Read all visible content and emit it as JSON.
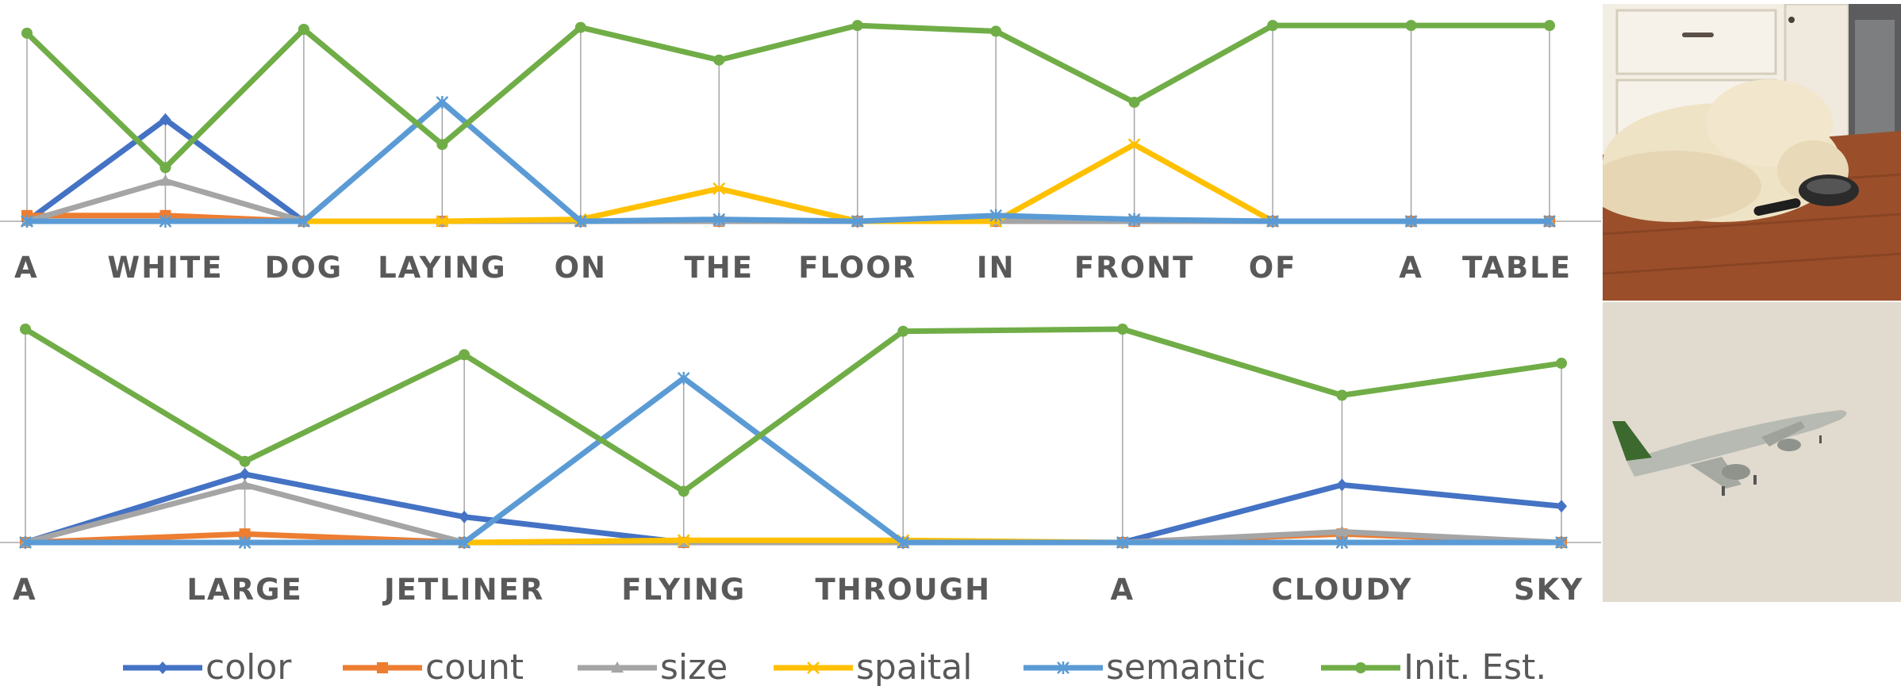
{
  "chart_data": [
    {
      "type": "line",
      "categories": [
        "A",
        "WHITE",
        "DOG",
        "LAYING",
        "ON",
        "THE",
        "FLOOR",
        "IN",
        "FRONT",
        "OF",
        "A",
        "TABLE"
      ],
      "ylim": [
        0,
        1
      ],
      "grid": false,
      "series": [
        {
          "name": "color",
          "values": [
            0.0,
            0.53,
            0.0,
            0.0,
            0.0,
            0.0,
            0.0,
            0.0,
            0.0,
            0.0,
            0.0,
            0.0
          ]
        },
        {
          "name": "count",
          "values": [
            0.03,
            0.03,
            0.0,
            0.0,
            0.0,
            0.0,
            0.0,
            0.0,
            0.0,
            0.0,
            0.0,
            0.0
          ]
        },
        {
          "name": "size",
          "values": [
            0.0,
            0.21,
            0.0,
            0.0,
            0.0,
            0.0,
            0.0,
            0.0,
            0.0,
            0.0,
            0.0,
            0.0
          ]
        },
        {
          "name": "spaital",
          "values": [
            0.0,
            0.0,
            0.0,
            0.0,
            0.01,
            0.17,
            0.0,
            0.0,
            0.4,
            0.0,
            0.0,
            0.0
          ]
        },
        {
          "name": "semantic",
          "values": [
            0.0,
            0.0,
            0.0,
            0.62,
            0.0,
            0.01,
            0.0,
            0.03,
            0.01,
            0.0,
            0.0,
            0.0
          ]
        },
        {
          "name": "Init. Est.",
          "values": [
            0.98,
            0.28,
            1.0,
            0.4,
            1.01,
            0.84,
            1.02,
            0.99,
            0.62,
            1.02,
            1.02,
            1.02
          ]
        }
      ]
    },
    {
      "type": "line",
      "categories": [
        "A",
        "LARGE",
        "JETLINER",
        "FLYING",
        "THROUGH",
        "A",
        "CLOUDY",
        "SKY"
      ],
      "ylim": [
        0,
        1
      ],
      "grid": false,
      "series": [
        {
          "name": "color",
          "values": [
            0.0,
            0.32,
            0.12,
            0.0,
            0.0,
            0.0,
            0.27,
            0.17
          ]
        },
        {
          "name": "count",
          "values": [
            0.0,
            0.04,
            0.0,
            0.0,
            0.0,
            0.0,
            0.04,
            0.0
          ]
        },
        {
          "name": "size",
          "values": [
            0.0,
            0.27,
            0.0,
            0.0,
            0.0,
            0.0,
            0.05,
            0.0
          ]
        },
        {
          "name": "spaital",
          "values": [
            0.0,
            0.0,
            0.0,
            0.01,
            0.01,
            0.0,
            0.0,
            0.0
          ]
        },
        {
          "name": "semantic",
          "values": [
            0.0,
            0.0,
            0.0,
            0.77,
            0.0,
            0.0,
            0.0,
            0.0
          ]
        },
        {
          "name": "Init. Est.",
          "values": [
            1.0,
            0.38,
            0.88,
            0.24,
            0.99,
            1.0,
            0.69,
            0.84
          ]
        }
      ]
    }
  ],
  "legend": [
    {
      "label": "color",
      "color": "#4472C4",
      "marker": "diamond"
    },
    {
      "label": "count",
      "color": "#ED7D31",
      "marker": "square"
    },
    {
      "label": "size",
      "color": "#A5A5A5",
      "marker": "triangle"
    },
    {
      "label": "spaital",
      "color": "#FFC000",
      "marker": "x"
    },
    {
      "label": "semantic",
      "color": "#5B9BD5",
      "marker": "star"
    },
    {
      "label": "Init. Est.",
      "color": "#70AD47",
      "marker": "circle"
    }
  ],
  "colors": {
    "color": "#4472C4",
    "count": "#ED7D31",
    "size": "#A5A5A5",
    "spaital": "#FFC000",
    "semantic": "#5B9BD5",
    "Init. Est.": "#70AD47",
    "axis": "#BFBFBF",
    "dropline": "#A6A6A6",
    "label": "#595959"
  },
  "photos": [
    {
      "name": "dog-photo"
    },
    {
      "name": "airplane-photo"
    }
  ]
}
